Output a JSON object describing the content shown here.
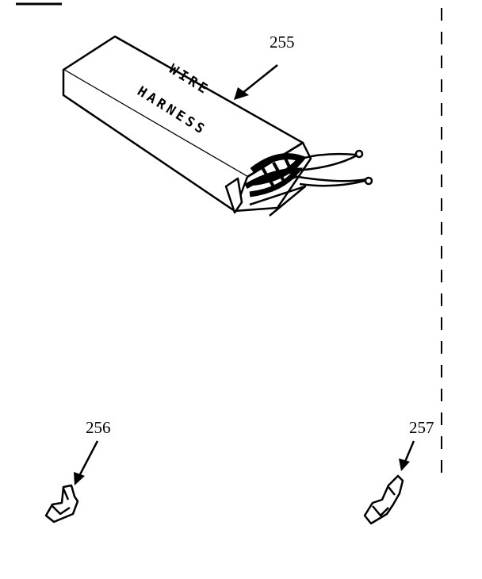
{
  "diagram": {
    "parts": [
      {
        "id": "255",
        "label": "255",
        "box_text_line1": "WIRE",
        "box_text_line2": "HARNESS"
      },
      {
        "id": "256",
        "label": "256"
      },
      {
        "id": "257",
        "label": "257"
      }
    ]
  },
  "colors": {
    "ink": "#000000",
    "paper": "#ffffff"
  }
}
